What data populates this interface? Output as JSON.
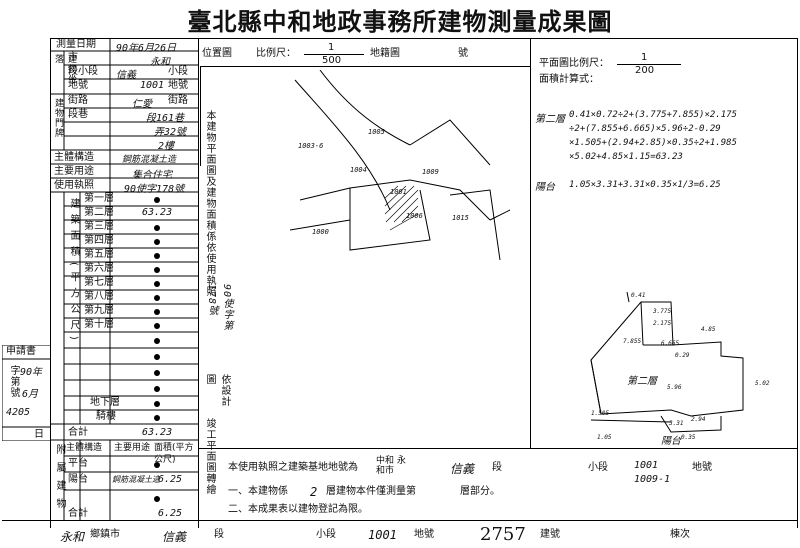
{
  "title": "臺北縣中和地政事務所建物測量成果圖",
  "left": {
    "survey_date_label": "測量日期",
    "survey_date_value": "90年6月26日",
    "loc_group": "建物坐落",
    "city_label": "市",
    "city_value": "永和",
    "section_label": "段小段",
    "section_value1": "信義",
    "section_value2": "小段",
    "lot_label": "地號",
    "lot_value": "1001",
    "lot_suffix": "地號",
    "door_group": "建物門牌",
    "street_label": "街路",
    "street_value": "仁愛",
    "street_suffix": "街路",
    "lane_label": "段巷",
    "lane_value": "段161巷",
    "alley_value": "弄32號",
    "floor_value": "2樓",
    "main_structure_label": "主體構造",
    "main_structure_value": "鋼筋混凝土造",
    "main_use_label": "主要用途",
    "main_use_value": "集合住宅",
    "license_label": "使用執照",
    "license_value": "90使字178號",
    "area_group": "建築面積(平方公尺)",
    "floors": [
      "第一層",
      "第二層",
      "第三層",
      "第四層",
      "第五層",
      "第六層",
      "第七層",
      "第八層",
      "第九層",
      "第十層",
      "",
      "",
      "",
      ""
    ],
    "second_floor_area": "63.23",
    "basement_label": "地下層",
    "arcade_label": "騎樓",
    "total_label": "合計",
    "total_value": "63.23",
    "applicant_label": "申請書",
    "applicant_no_label": "字第號",
    "applicant_year": "90年",
    "applicant_month": "6月",
    "applicant_no": "4205",
    "applicant_day": "日",
    "attached_group": "附屬建物",
    "attached_headers": [
      "主體構造",
      "主要用途",
      "面積(平方公尺)"
    ],
    "attached_rows": [
      {
        "use": "平台",
        "structure": "",
        "area": ""
      },
      {
        "use": "陽台",
        "structure": "鋼筋混凝土造",
        "area": "6.25"
      },
      {
        "use": "",
        "structure": "",
        "area": ""
      },
      {
        "use": "合計",
        "structure": "",
        "area": "6.25"
      }
    ]
  },
  "middle": {
    "position_map": "位置圖",
    "scale_label": "比例尺：",
    "scale_num": "1",
    "scale_den": "500",
    "land_map": "地籍圖",
    "sheet": "號",
    "vertical_note1": "本建物平面圖及建物面積係依使用執照",
    "vertical_note1b": "90使字第178號",
    "vertical_note2": "竣工平面圖轉繪",
    "vertical_note2_pre": "依設計圖",
    "lot_numbers": [
      "1003-6",
      "1005",
      "1004",
      "1009",
      "1001",
      "1006",
      "1015",
      "1000"
    ]
  },
  "right": {
    "plan_scale_label": "平面圖比例尺：",
    "plan_scale_num": "1",
    "plan_scale_den": "200",
    "area_formula_label": "面積計算式：",
    "second_floor_label": "第二層",
    "formula_lines": [
      "0.41×0.72÷2+(3.775+7.855)×2.175",
      "÷2+(7.855+6.665)×5.96÷2-0.29",
      "×1.505+(2.94+2.85)×0.35÷2+1.985",
      "×5.02+4.85×1.15=63.23"
    ],
    "balcony_label": "陽台",
    "balcony_formula": "1.05×3.31+3.31×0.35×1/3=6.25",
    "plan_floor_label": "第二層",
    "plan_balcony_label": "陽台",
    "plan_dims": [
      "0.41",
      "3.775",
      "7.855",
      "5.96",
      "2.175",
      "5.02",
      "4.85",
      "0.29",
      "6.665",
      "3.31",
      "0.35",
      "1.05",
      "2.94",
      "1.505"
    ]
  },
  "bottom": {
    "note_pre": "本使用執照之建築基地地號為",
    "note_town": "中和 永和市",
    "note_section": "信義",
    "note_section_suffix": "段",
    "note_subsection": "小段",
    "note_lot1": "1001",
    "note_lot2": "1009-1",
    "note_lot_suffix": "地號",
    "item1_pre": "一、本建物係",
    "item1_value": "2",
    "item1_post": "層建物本件僅測量第",
    "item1_tail": "層部分。",
    "item2": "二、本成果表以建物登記為限。",
    "footer_town": "永和",
    "footer_town_label": "鄉鎮市",
    "footer_section": "信義",
    "footer_section_label": "段",
    "footer_subsection_label": "小段",
    "footer_lot": "1001",
    "footer_lot_label": "地號",
    "footer_building_no": "2757",
    "footer_building_label": "建號",
    "footer_page_label": "棟次"
  }
}
